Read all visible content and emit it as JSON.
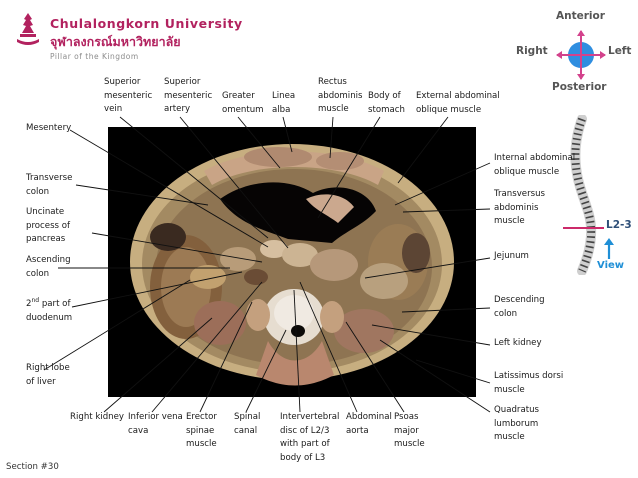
{
  "logo": {
    "name_en": "Chulalongkorn University",
    "name_th": "จุฬาลงกรณ์มหาวิทยาลัย",
    "tagline": "Pillar of the Kingdom",
    "color": "#b2225f"
  },
  "orientation": {
    "anterior": "Anterior",
    "posterior": "Posterior",
    "right": "Right",
    "left": "Left",
    "colors": {
      "axis": "#d3428c",
      "disc": "#2f8ee0"
    }
  },
  "level_indicator": {
    "level": "L2-3",
    "view": "View",
    "line_color": "#cc2a6a"
  },
  "section": "Section #30",
  "labels": {
    "smv": [
      "Superior",
      "mesenteric",
      "vein"
    ],
    "sma": [
      "Superior",
      "mesenteric",
      "artery"
    ],
    "greater_omentum": [
      "Greater",
      "omentum"
    ],
    "linea_alba": [
      "Linea",
      "alba"
    ],
    "rectus": [
      "Rectus",
      "abdominis",
      "muscle"
    ],
    "stomach": [
      "Body of",
      "stomach"
    ],
    "ext_oblique": [
      "External abdominal",
      "oblique muscle"
    ],
    "mesentery": [
      "Mesentery"
    ],
    "transverse_colon": [
      "Transverse",
      "colon"
    ],
    "uncinate": [
      "Uncinate",
      "process of",
      "pancreas"
    ],
    "ascending_colon": [
      "Ascending",
      "colon"
    ],
    "duodenum_ordinal": "2",
    "duodenum_sup": "nd",
    "duodenum_rest": " part of",
    "duodenum_line2": "duodenum",
    "right_liver": [
      "Right lobe",
      "of liver"
    ],
    "right_kidney": [
      "Right kidney"
    ],
    "ivc": [
      "Inferior vena",
      "cava"
    ],
    "erector": [
      "Erector",
      "spinae",
      "muscle"
    ],
    "spinal_canal": [
      "Spinal",
      "canal"
    ],
    "disc": [
      "Intervertebral",
      "disc of L2/3",
      "with part of",
      "body of L3"
    ],
    "aorta": [
      "Abdominal",
      "aorta"
    ],
    "psoas": [
      "Psoas",
      "major",
      "muscle"
    ],
    "int_oblique": [
      "Internal abdominal",
      "oblique muscle"
    ],
    "transversus": [
      "Transversus",
      "abdominis",
      "muscle"
    ],
    "jejunum": [
      "Jejunum"
    ],
    "descending_colon": [
      "Descending",
      "colon"
    ],
    "left_kidney": [
      "Left kidney"
    ],
    "latissimus": [
      "Latissimus dorsi",
      "muscle"
    ],
    "quadratus": [
      "Quadratus",
      "lumborum",
      "muscle"
    ]
  }
}
